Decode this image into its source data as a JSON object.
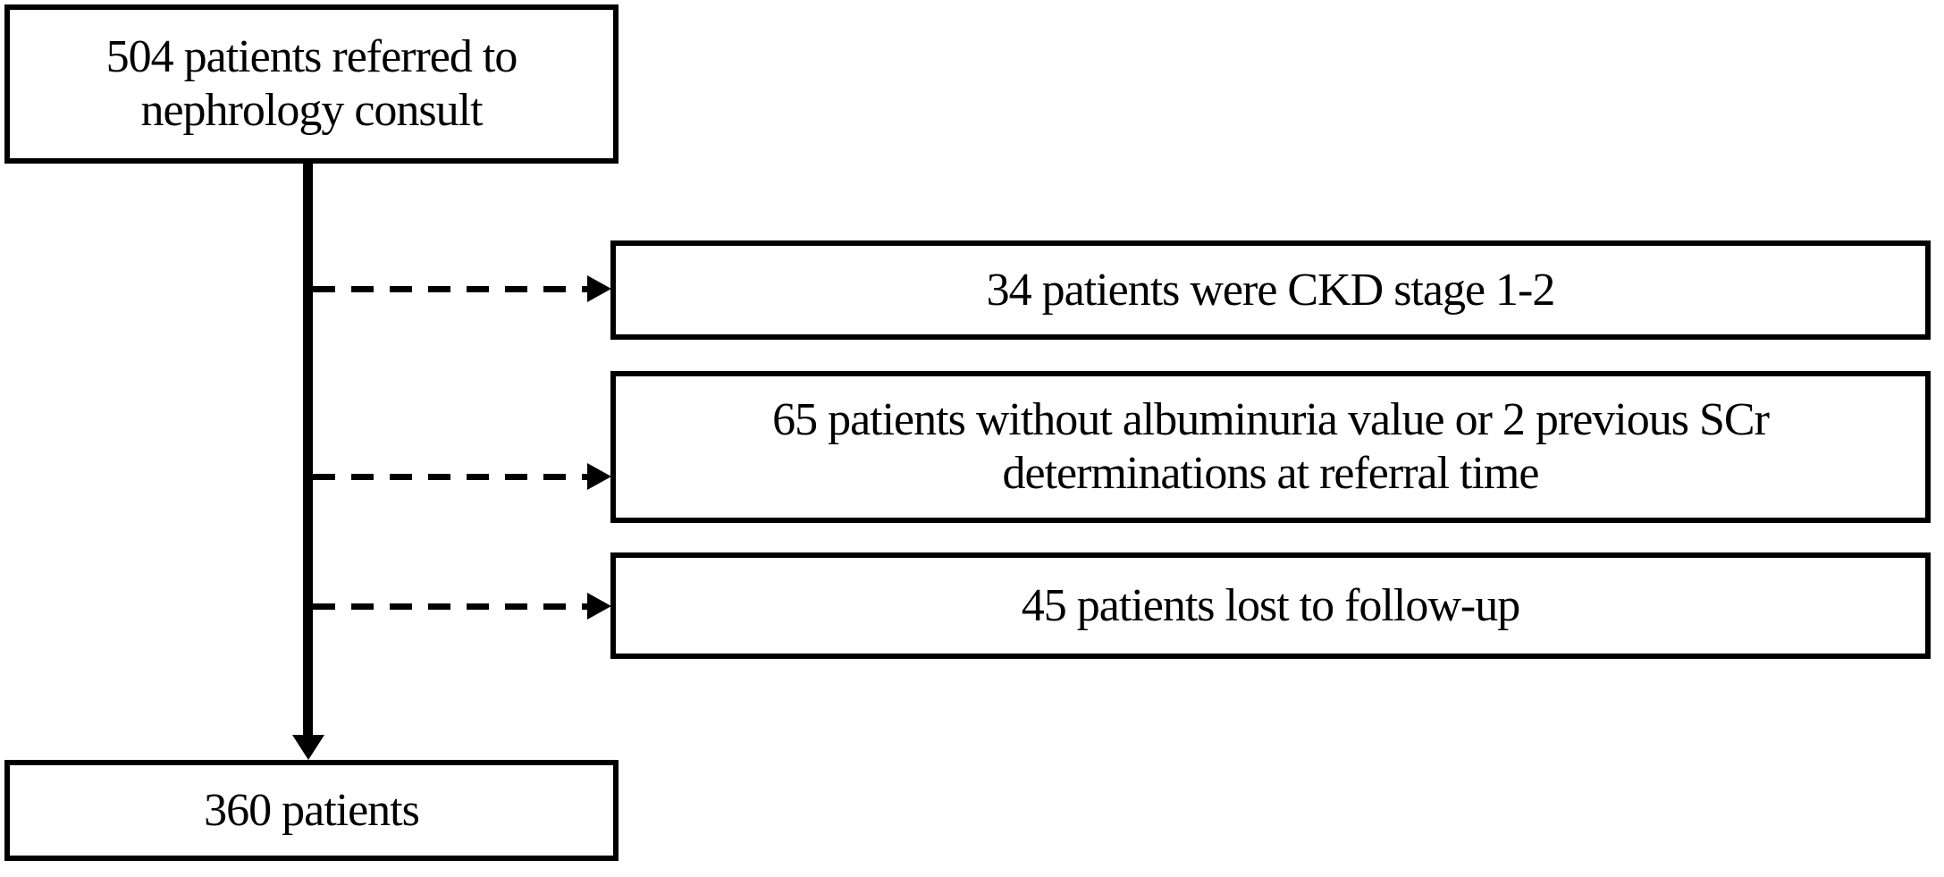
{
  "diagram": {
    "type": "flowchart",
    "colors": {
      "background": "#ffffff",
      "border": "#000000",
      "text": "#000000",
      "arrow": "#000000"
    },
    "source_box": {
      "line1": "504 patients referred to",
      "line2": "nephrology consult"
    },
    "exclusion_boxes": [
      {
        "text": "34 patients were CKD stage 1-2"
      },
      {
        "line1": "65 patients without albuminuria value or 2 previous SCr",
        "line2": "determinations at referral time"
      },
      {
        "text": "45 patients lost to follow-up"
      }
    ],
    "result_box": {
      "text": "360 patients"
    },
    "arrows": {
      "main": "solid-down-arrow",
      "exclusions": [
        "dashed-right-arrow",
        "dashed-right-arrow",
        "dashed-right-arrow"
      ]
    }
  }
}
